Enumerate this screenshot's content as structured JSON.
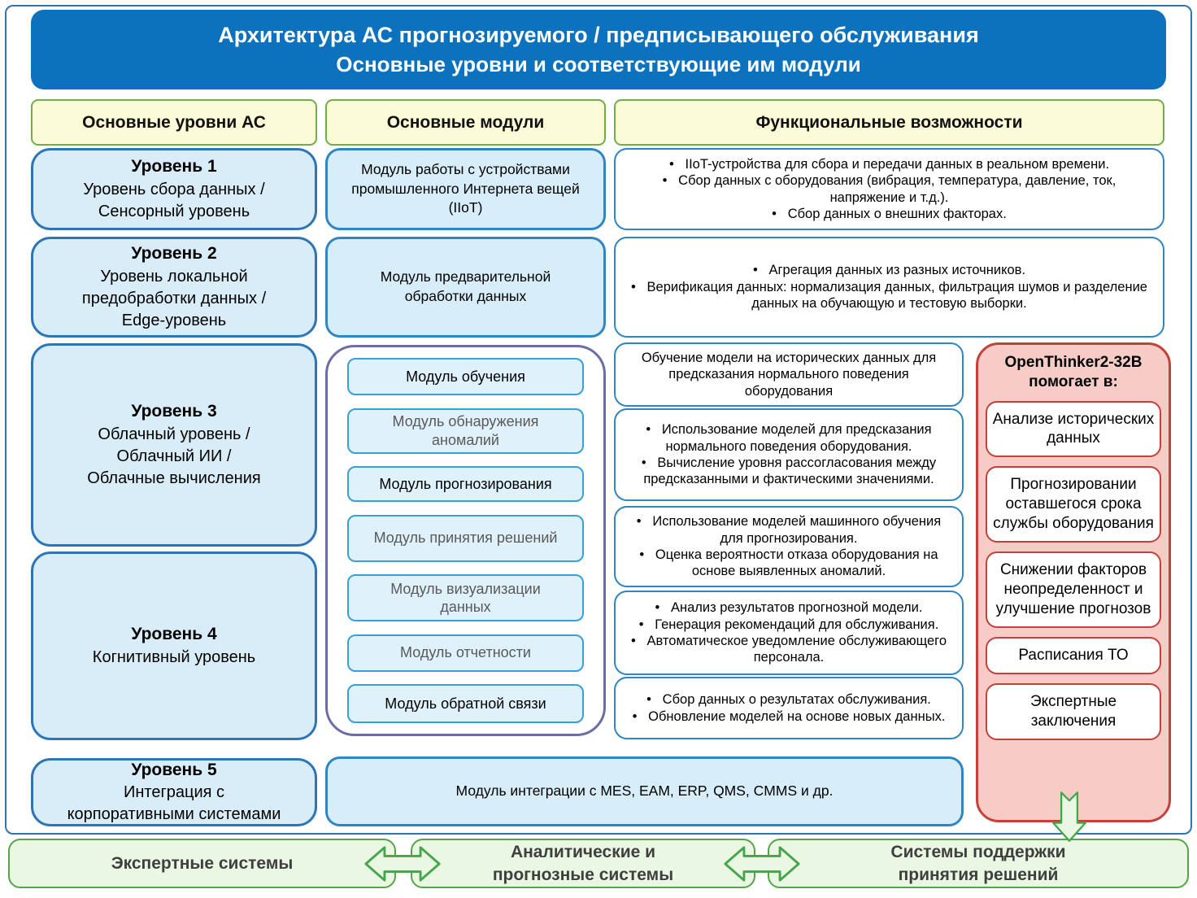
{
  "header": {
    "line1": "Архитектура АС прогнозируемого / предписывающего обслуживания",
    "line2": "Основные уровни и соответствующие им модули"
  },
  "col_headers": {
    "levels": "Основные уровни АС",
    "modules": "Основные модули",
    "functions": "Функциональные возможности"
  },
  "levels": [
    {
      "title": "Уровень 1",
      "lines": [
        "Уровень сбора данных /",
        "Сенсорный уровень"
      ]
    },
    {
      "title": "Уровень 2",
      "lines": [
        "Уровень локальной",
        "предобработки данных /",
        "Edge-уровень"
      ]
    },
    {
      "title": "Уровень 3",
      "lines": [
        "Облачный уровень /",
        "Облачный ИИ /",
        "Облачные вычисления"
      ]
    },
    {
      "title": "Уровень 4",
      "lines": [
        "Когнитивный уровень"
      ]
    },
    {
      "title": "Уровень 5",
      "lines": [
        "Интеграция с",
        "корпоративными системами"
      ]
    }
  ],
  "modules": {
    "row1": {
      "lines": [
        "Модуль работы с устройствами",
        "промышленного Интернета вещей",
        "(IIoT)"
      ]
    },
    "row2": {
      "lines": [
        "Модуль предварительной",
        "обработки данных"
      ]
    },
    "group": [
      {
        "lines": [
          "Модуль обучения"
        ]
      },
      {
        "lines": [
          "Модуль обнаружения",
          "аномалий"
        ]
      },
      {
        "lines": [
          "Модуль прогнозирования"
        ]
      },
      {
        "lines": [
          "Модуль принятия решений"
        ]
      },
      {
        "lines": [
          "Модуль визуализации",
          "данных"
        ]
      },
      {
        "lines": [
          "Модуль отчетности"
        ]
      },
      {
        "lines": [
          "Модуль обратной связи"
        ]
      }
    ],
    "row5": "Модуль интеграции с MES, EAM, ERP, QMS, CMMS и др."
  },
  "functions": {
    "row1_bullets": [
      "IIoT-устройства для сбора и передачи данных в реальном времени.",
      "Сбор данных с оборудования (вибрация, температура, давление, ток, напряжение и т.д.).",
      "Сбор данных о внешних факторах."
    ],
    "row2_bullets": [
      "Агрегация данных из разных источников.",
      "Верификация данных: нормализация данных, фильтрация шумов и разделение данных на обучающую и тестовую выборки."
    ],
    "cloud1_text": "Обучение модели на исторических данных для предсказания нормального поведения оборудования",
    "cloud2_bullets": [
      "Использование моделей для предсказания нормального поведения оборудования.",
      "Вычисление уровня рассогласования между предсказанными и фактическими значениями."
    ],
    "cloud3_bullets": [
      "Использование моделей машинного обучения для прогнозирования.",
      "Оценка вероятности отказа оборудования на основе выявленных аномалий."
    ],
    "cloud4_bullets": [
      "Анализ результатов прогнозной модели.",
      "Генерация рекомендаций для обслуживания.",
      "Автоматическое уведомление обслуживающего персонала."
    ],
    "cloud5_bullets": [
      "Сбор данных о результатах обслуживания.",
      "Обновление моделей на основе новых данных."
    ]
  },
  "assistant_panel": {
    "title_line1": "OpenThinker2-32B",
    "title_line2": "помогает в:",
    "items": [
      "Анализе исторических данных",
      "Прогнозировании оставшегося срока службы оборудования",
      "Снижении факторов неопределенност и улучшение прогнозов",
      "Расписания ТО",
      "Экспертные заключения"
    ]
  },
  "bottom": {
    "box1": {
      "lines": [
        "Экспертные системы"
      ]
    },
    "box2": {
      "lines": [
        "Аналитические и",
        "прогнозные системы"
      ]
    },
    "box3": {
      "lines": [
        "Системы поддержки",
        "принятия решений"
      ]
    }
  },
  "colors": {
    "header_blue": "#0D72BD",
    "frame_blue": "#2E75B6",
    "level_fill": "#D9EDF8",
    "module_fill": "#D7EDF9",
    "module_border": "#2E86C5",
    "inner_module_fill": "#DFF1FB",
    "inner_module_border": "#38A0D8",
    "group_border_purple": "#6C6CA8",
    "yellow_fill": "#FBFBD8",
    "yellow_border": "#6FAE4B",
    "red_panel_fill": "#F7CCC6",
    "red_border": "#C4413A",
    "green_fill": "#EAF7E3",
    "green_border": "#55A546",
    "gray_text": "#595959"
  }
}
